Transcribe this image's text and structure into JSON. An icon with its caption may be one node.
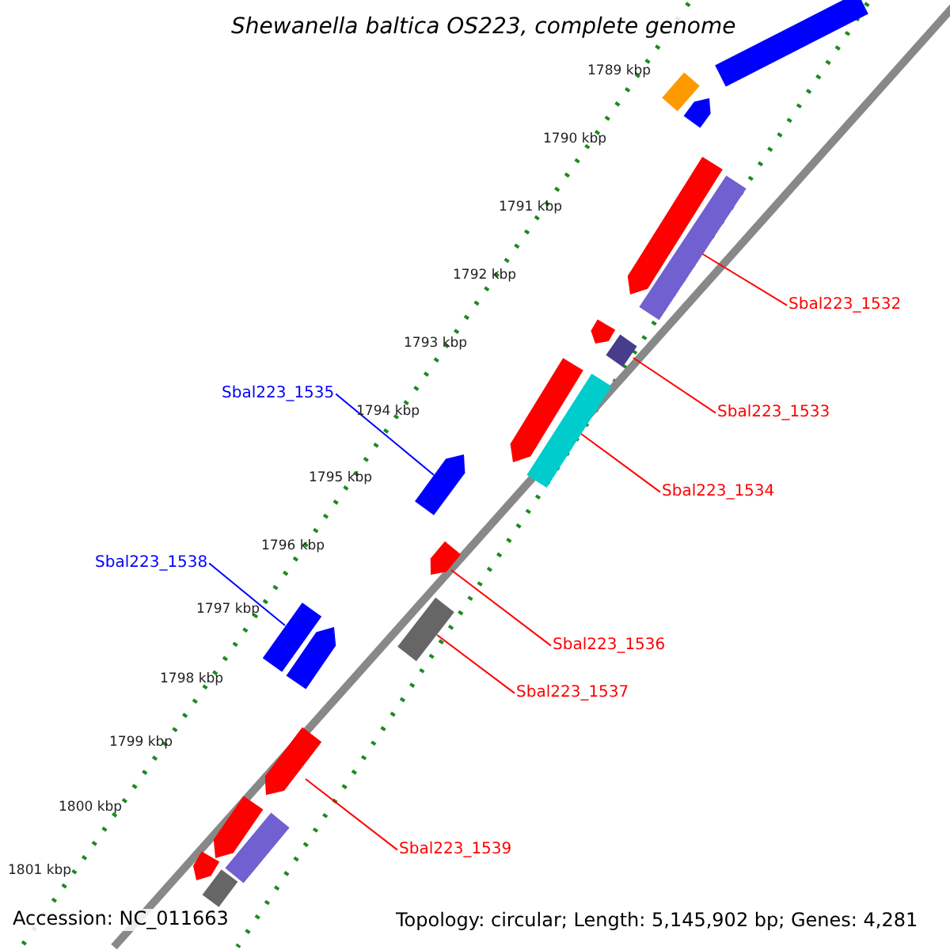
{
  "diagram": {
    "title": "Shewanella baltica OS223, complete genome",
    "nodes": [
      {
        "text": [
          "Sbal223_1532"
        ]
      },
      {
        "text": [
          "Sbal223_1533"
        ]
      },
      {
        "text": [
          "Sbal223_1534"
        ]
      },
      {
        "text": [
          "Sbal223_1535"
        ]
      },
      {
        "text": [
          "Sbal223_1536"
        ]
      },
      {
        "text": [
          "Sbal223_1537"
        ]
      },
      {
        "text": [
          "Sbal223_1538"
        ]
      },
      {
        "text": [
          "Sbal223_1539"
        ]
      },
      {
        "text": [],
        "shape": "bar"
      },
      {
        "text": [],
        "shape": "bar"
      },
      {
        "text": [],
        "shape": "bar"
      },
      {
        "text": [],
        "shape": "bar"
      },
      {
        "text": [],
        "shape": "bar"
      },
      {
        "text": [],
        "shape": "bar"
      },
      {
        "text": [],
        "shape": "bar"
      },
      {
        "text": [],
        "shape": "bar"
      },
      {
        "text": [],
        "shape": "bar"
      },
      {
        "text": [],
        "shape": "bar"
      },
      {
        "text": [],
        "shape": "bar"
      },
      {
        "text": [],
        "shape": "bar"
      },
      {
        "text": [],
        "shape": "bar"
      },
      {
        "text": [],
        "shape": "bar"
      },
      {
        "text": [],
        "shape": "bar"
      },
      {
        "text": [],
        "shape": "bar"
      },
      {
        "text": [],
        "shape": "bar"
      },
      {
        "text": [],
        "shape": "bar"
      },
      {
        "text": [],
        "shape": "bar"
      },
      {
        "text": [],
        "shape": "bar"
      }
    ],
    "edges": [
      {
        "from": 0,
        "to": 8,
        "arrow": "none"
      },
      {
        "from": 1,
        "to": 9,
        "arrow": "none"
      },
      {
        "from": 2,
        "to": 10,
        "arrow": "none"
      },
      {
        "from": 3,
        "to": 11,
        "arrow": "none",
        "color": "#0000ff"
      },
      {
        "from": 4,
        "to": 12,
        "arrow": "none"
      },
      {
        "from": 5,
        "to": 13,
        "arrow": "none"
      },
      {
        "from": 6,
        "to": 14,
        "arrow": "none",
        "color": "#0000ff"
      },
      {
        "from": 7,
        "to": 15,
        "arrow": "none"
      }
    ],
    "labels": [
      "1789 kbp",
      "1790 kbp",
      "1791 kbp",
      "1792 kbp",
      "1793 kbp",
      "1794 kbp",
      "1795 kbp",
      "1796 kbp",
      "1797 kbp",
      "1798 kbp",
      "1799 kbp",
      "1800 kbp",
      "1801 kbp",
      "Accession: NC_011663",
      "Topology: circular; Length: 5,145,902 bp; Genes: 4,281"
    ]
  }
}
